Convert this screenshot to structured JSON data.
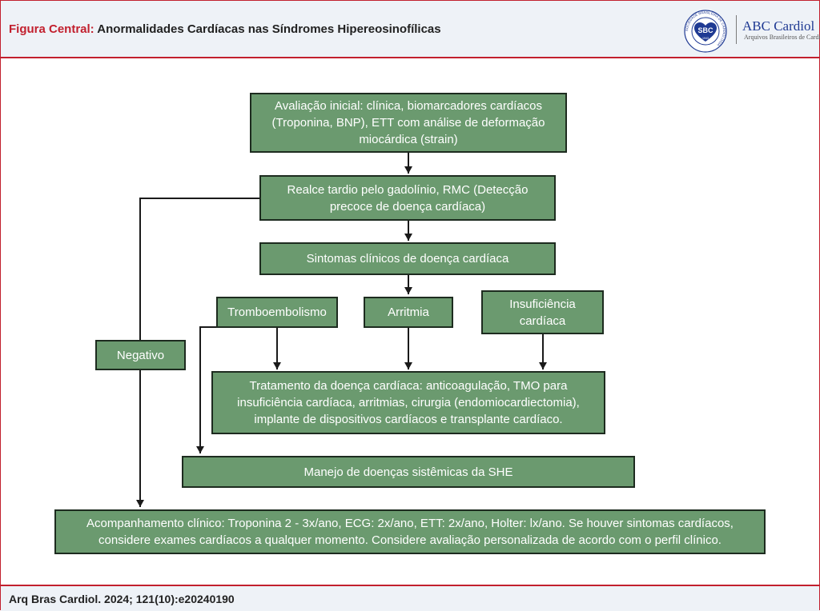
{
  "header": {
    "title_lead": "Figura Central:",
    "title_rest": " Anormalidades Cardíacas nas Síndromes Hipereosinofílicas",
    "sbc_logo_text": "SBC",
    "sbc_ring_text": "SOCIEDADE BRASILEIRA DE CARDIOLOGIA",
    "sbc_year": "1943",
    "journal_name": "ABC Cardiol",
    "journal_subtitle": "Arquivos Brasileiros de Cardiologia"
  },
  "diagram": {
    "nodes": {
      "initial_eval": "Avaliação inicial: clínica, biomarcadores cardíacos (Troponina, BNP), ETT com análise de deformação miocárdica (strain)",
      "late_enhancement": "Realce tardio pelo gadolínio, RMC (Detecção precoce de doença cardíaca)",
      "clinical_symptoms": "Sintomas clínicos de doença cardíaca",
      "thromboembolism": "Tromboembolismo",
      "arrhythmia": "Arritmia",
      "heart_failure": "Insuficiência cardíaca",
      "negative": "Negativo",
      "treatment": "Tratamento da doença cardíaca: anticoagulação, TMO para insuficiência cardíaca, arritmias, cirurgia (endomiocardiectomia), implante de dispositivos cardíacos e transplante cardíaco.",
      "systemic_management": "Manejo de doenças sistêmicas da SHE",
      "follow_up": "Acompanhamento clínico: Troponina 2 - 3x/ano, ECG: 2x/ano, ETT: 2x/ano, Holter: lx/ano. Se houver sintomas cardíacos, considere exames cardíacos a qualquer momento. Considere avaliação personalizada de acordo com o perfil clínico."
    },
    "colors": {
      "box_fill": "#6b9a6f",
      "box_border": "#1d2b1f",
      "accent": "#c2202e"
    }
  },
  "footer": {
    "citation": "Arq Bras Cardiol. 2024; 121(10):e20240190"
  }
}
